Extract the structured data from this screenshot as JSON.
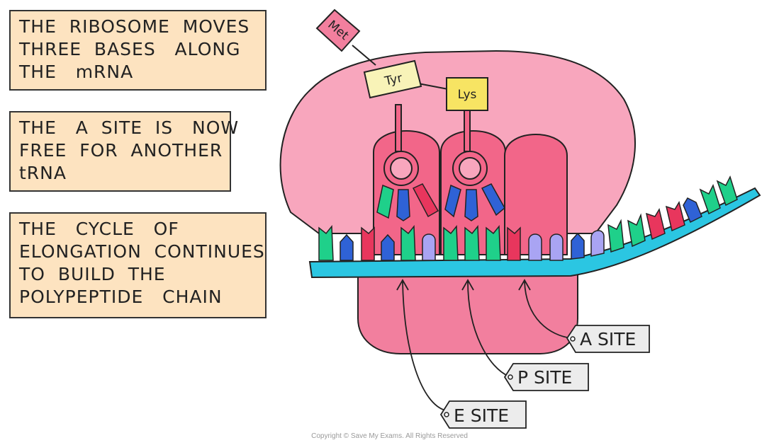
{
  "notes": [
    {
      "lines": [
        "THE  RIBOSOME  MOVES",
        "THREE  BASES   ALONG",
        "THE   mRNA"
      ]
    },
    {
      "lines": [
        "THE   A  SITE  IS   NOW",
        "FREE  FOR  ANOTHER",
        "tRNA"
      ]
    },
    {
      "lines": [
        "THE   CYCLE   OF",
        "ELONGATION  CONTINUES",
        "TO  BUILD  THE",
        "POLYPEPTIDE   CHAIN"
      ]
    }
  ],
  "amino_acids": {
    "met": "Met",
    "tyr": "Tyr",
    "lys": "Lys"
  },
  "site_labels": {
    "a_site": "A  SITE",
    "p_site": "P  SITE",
    "e_site": "E  SITE"
  },
  "copyright": "Copyright © Save My Exams. All Rights Reserved",
  "colors": {
    "note_fill": "#fde3c0",
    "ribosome_large": "#f8a6bd",
    "ribosome_small": "#f27f9e",
    "trna": "#f26689",
    "mrna": "#2bc6e2",
    "green_base": "#1fd08a",
    "blue_base": "#2f62d6",
    "red_base": "#e8365d",
    "lavender_base": "#a9a4f3",
    "tag_fill": "#ececec",
    "met_fill": "#f27f9e",
    "tyr_fill": "#f8f3b8",
    "lys_fill": "#f7e463"
  }
}
